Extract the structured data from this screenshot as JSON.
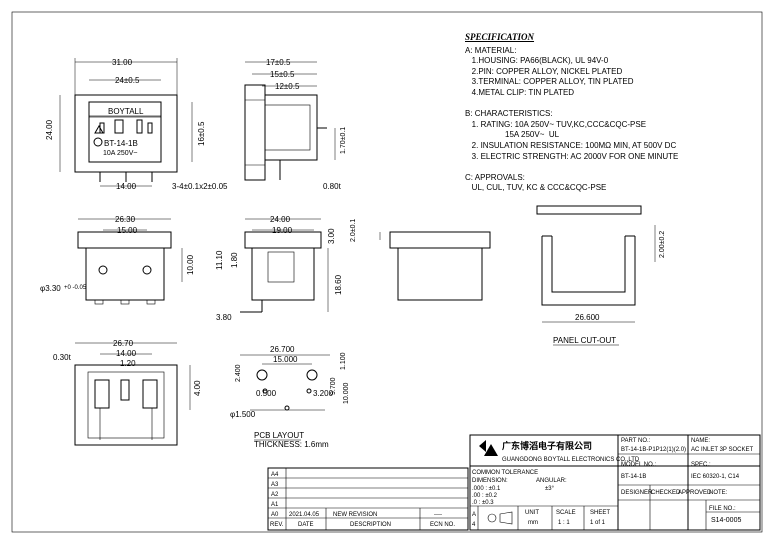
{
  "spec": {
    "title": "SPECIFICATION",
    "lines": [
      "A: MATERIAL:",
      "   1.HOUSING: PA66(BLACK), UL 94V-0",
      "   2.PIN: COPPER ALLOY, NICKEL PLATED",
      "   3.TERMINAL: COPPER ALLOY, TIN PLATED",
      "   4.METAL CLIP: TIN PLATED",
      "",
      "B: CHARACTERISTICS:",
      "   1. RATING: 10A 250V~ TUV,KC,CCC&CQC-PSE",
      "                  15A 250V~  UL",
      "   2. INSULATION RESISTANCE: 100MΩ MIN, AT 500V DC",
      "   3. ELECTRIC STRENGTH: AC 2000V FOR ONE MINUTE",
      "",
      "C: APPROVALS:",
      "   UL, CUL, TUV, KC & CCC&CQC-PSE"
    ]
  },
  "front_view": {
    "w": "31.00",
    "w2": "24±0.5",
    "h": "24.00",
    "h2": "16±0.5",
    "pins": "3-4±0.1x2±0.05",
    "pitch": "14.00",
    "brand": "BOYTALL",
    "model": "BT-14-1B",
    "rating": "10A 250V~"
  },
  "side_view": {
    "d1": "17±0.5",
    "d2": "15±0.5",
    "d3": "12±0.5",
    "clip": "1.70±0.1",
    "t": "0.80t"
  },
  "bottom_view": {
    "w": "26.30",
    "w2": "15.00",
    "h": "10.00",
    "hole": "φ3.30",
    "hole_tol": "+0 -0.05"
  },
  "section_view": {
    "w": "24.00",
    "w2": "19.00",
    "d": "3.00",
    "a": "11.10",
    "b": "1.80",
    "c": "18.60",
    "e": "3.80",
    "f": "2.0±0.1"
  },
  "rear_view": {
    "w": "26.70",
    "w2": "14.00",
    "w3": "1.20",
    "t": "0.30t",
    "h": "4.00"
  },
  "pcb_layout": {
    "w": "26.700",
    "w2": "15.000",
    "a": "2.400",
    "b": "1.100",
    "c": "9.700",
    "d": "10.000",
    "e": "0.500",
    "f": "3.200",
    "g": "φ1.500",
    "caption": "PCB LAYOUT",
    "thickness": "THICKNESS: 1.6mm"
  },
  "panel_cutout": {
    "h": "2.00±0.2",
    "w": "26.600",
    "caption": "PANEL CUT-OUT"
  },
  "title_block": {
    "company_cn": "广东博滔电子有限公司",
    "company_en": "GUANGDONG BOYTALL ELECTRONICS CO.,LTD",
    "part_no_label": "PART NO.:",
    "part_no": "BT-14-1B-P1P12(1)(2.0)",
    "name_label": "NAME:",
    "name": "AC INLET 3P SOCKET",
    "model_label": "MODEL NO.:",
    "model": "BT-14-1B",
    "spec_label": "SPEC.:",
    "spec": "IEC 60320-1, C14",
    "designer": "DESIGNER",
    "checked": "CHECKED",
    "approved": "APPROVED",
    "note": "NOTE:",
    "file_label": "FILE NO.:",
    "file_no": "S14-0005",
    "tolerance_title": "COMMON TOLERANCE",
    "dimension_label": "DIMENSION:",
    "angular_label": "ANGULAR:",
    "angular_val": "±3°",
    "tol1": ".000  :  ±0.1",
    "tol2": ".00    :  ±0.2",
    "tol3": ".0      :  ±0.3",
    "unit_label": "UNIT",
    "unit": "mm",
    "scale_label": "SCALE",
    "scale": "1 : 1",
    "sheet_label": "SHEET",
    "sheet": "1 of 1",
    "size_a": "A",
    "size_4": "4",
    "rev_rows": [
      "A4",
      "A3",
      "A2",
      "A1"
    ],
    "a0_rev": "A0",
    "a0_date": "2021.04.05",
    "a0_desc": "NEW REVISION",
    "a0_ecn": "----",
    "rev_hdr": "REV.",
    "date_hdr": "DATE",
    "desc_hdr": "DESCRIPTION",
    "ecn_hdr": "ECN NO."
  },
  "colors": {
    "line": "#000000",
    "background": "#ffffff"
  }
}
